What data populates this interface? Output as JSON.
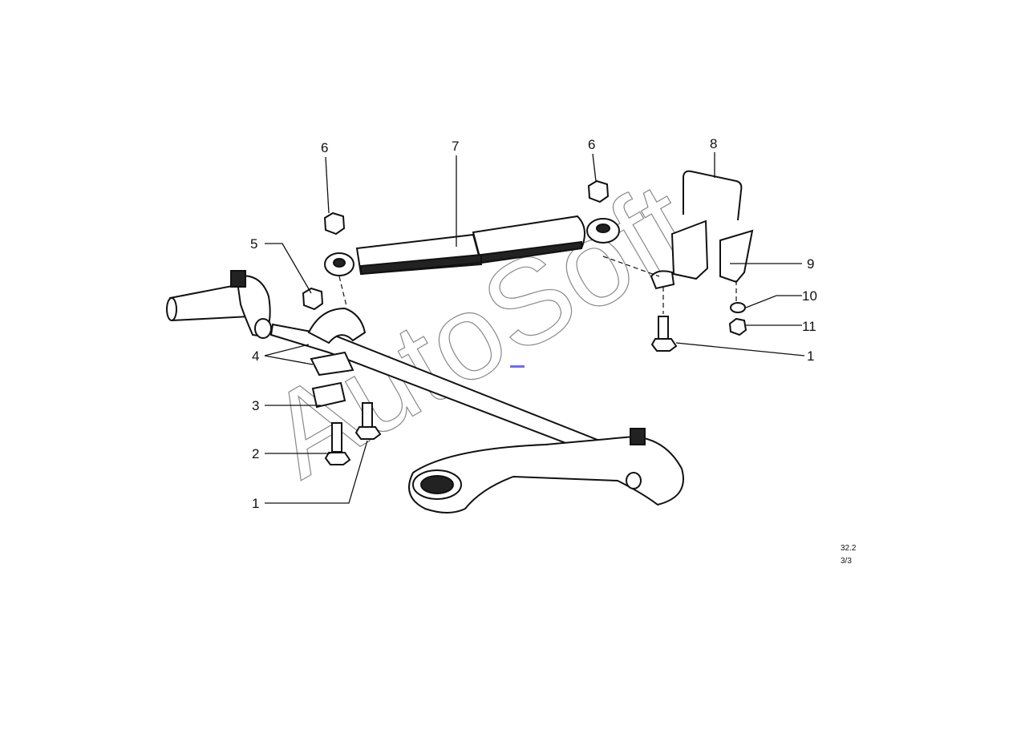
{
  "callouts": [
    {
      "label": "1"
    },
    {
      "label": "1"
    },
    {
      "label": "2"
    },
    {
      "label": "3"
    },
    {
      "label": "4"
    },
    {
      "label": "5"
    },
    {
      "label": "6"
    },
    {
      "label": "6"
    },
    {
      "label": "7"
    },
    {
      "label": "8"
    },
    {
      "label": "9"
    },
    {
      "label": "10"
    },
    {
      "label": "11"
    }
  ],
  "reference": {
    "line1": "32.2",
    "line2": "3/3"
  },
  "watermark": "AutoSoft",
  "colors": {
    "ink": "#111111",
    "background": "#ffffff",
    "watermark": "#888888",
    "marker": "#6b6bff"
  }
}
